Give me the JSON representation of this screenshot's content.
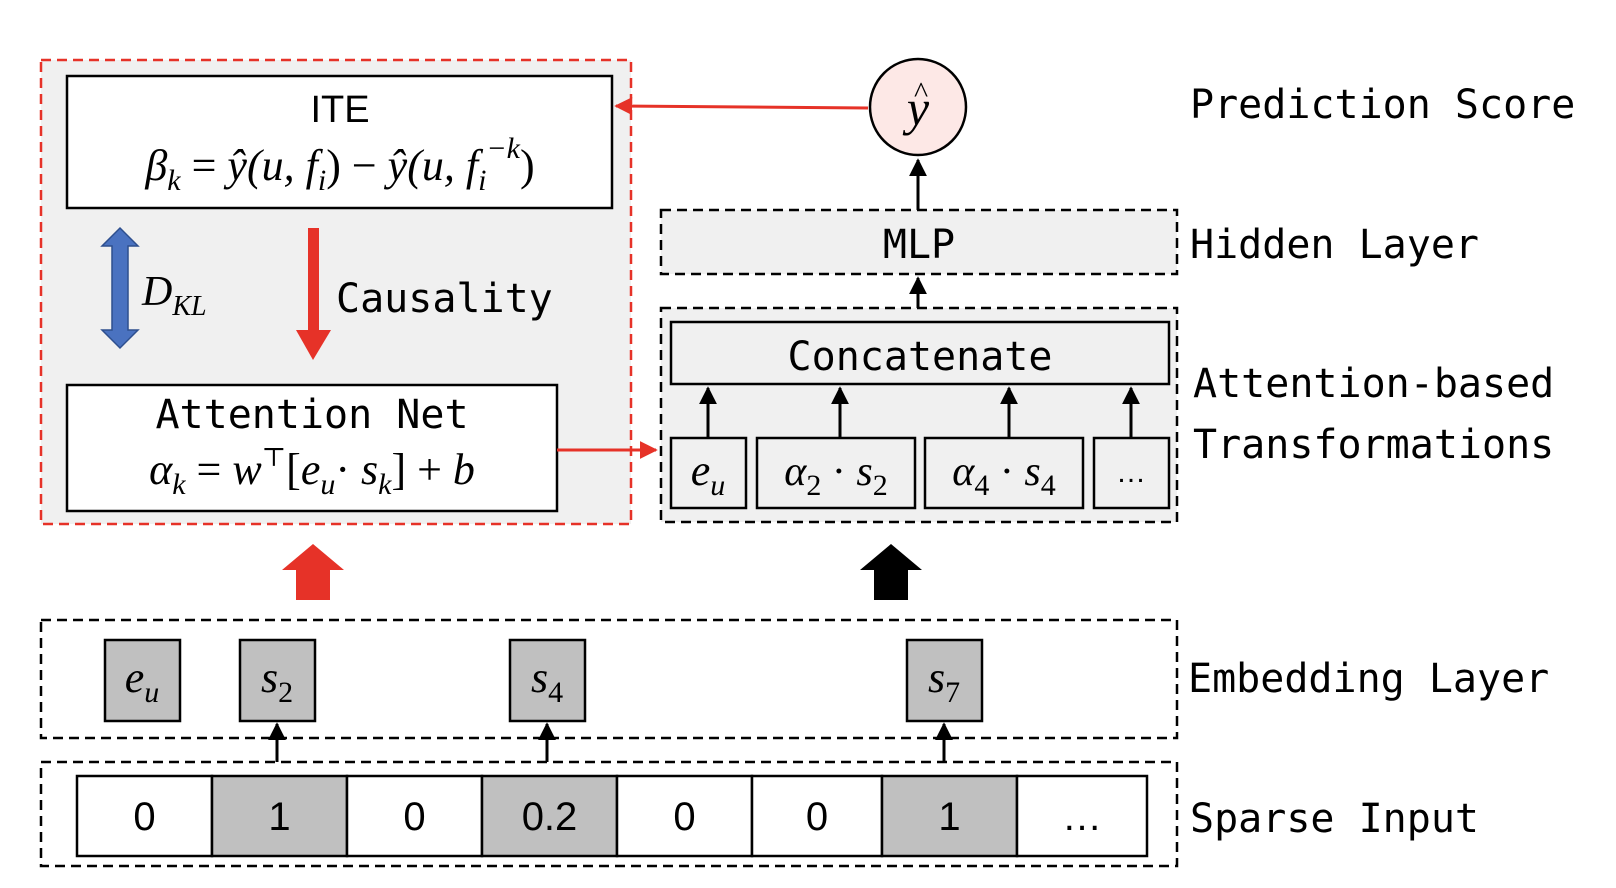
{
  "ite_box": {
    "title": "ITE",
    "formula": {
      "beta": "β",
      "k": "k",
      "eq": " = ",
      "yhat": "ŷ",
      "open1": "(u, ",
      "f1": "f",
      "i1": "i",
      "close1": ") − ",
      "yhat2": "ŷ",
      "open2": "(u, ",
      "f2": "f",
      "i2": "i",
      "supk": "−k",
      "close2": ")"
    }
  },
  "kl": {
    "D": "D",
    "sub": "KL"
  },
  "causality_label": "Causality",
  "attention_net": {
    "title": "Attention Net",
    "formula": {
      "alpha": "α",
      "k": "k",
      "eq": " = ",
      "w": "w",
      "T": "⊤",
      "lb": "[",
      "e": "e",
      "u": "u",
      "dot": "· ",
      "s": "s",
      "k2": "k",
      "rb": "] + ",
      "b": "b"
    }
  },
  "prediction_node": {
    "y": "y",
    "hat": "^"
  },
  "mlp_label": "MLP",
  "concat_label": "Concatenate",
  "attn_items": [
    {
      "a": "",
      "asub": "",
      "base": "e",
      "sub": "u"
    },
    {
      "a": "α",
      "asub": "2",
      "base": "s",
      "sub": "2"
    },
    {
      "a": "α",
      "asub": "4",
      "base": "s",
      "sub": "4"
    },
    {
      "a": "",
      "asub": "",
      "base": "…",
      "sub": ""
    }
  ],
  "attn_dot": " · ",
  "embeddings": [
    {
      "base": "e",
      "sub": "u"
    },
    {
      "base": "s",
      "sub": "2"
    },
    {
      "base": "s",
      "sub": "4"
    },
    {
      "base": "s",
      "sub": "7"
    }
  ],
  "sparse_input": {
    "cells": [
      "0",
      "1",
      "0",
      "0.2",
      "0",
      "0",
      "1",
      "…"
    ],
    "highlighted": [
      false,
      true,
      false,
      true,
      false,
      false,
      true,
      false
    ]
  },
  "layer_labels": {
    "prediction": "Prediction Score",
    "hidden": "Hidden Layer",
    "attention_line1": "Attention-based",
    "attention_line2": "Transformations",
    "embedding": "Embedding Layer",
    "sparse": "Sparse Input"
  },
  "colors": {
    "red": "#e63228",
    "blue": "#4a72c0",
    "panel_gray": "#f0f0f0",
    "cell_gray": "#c0c0c0",
    "node_fill": "#fde8e6"
  }
}
